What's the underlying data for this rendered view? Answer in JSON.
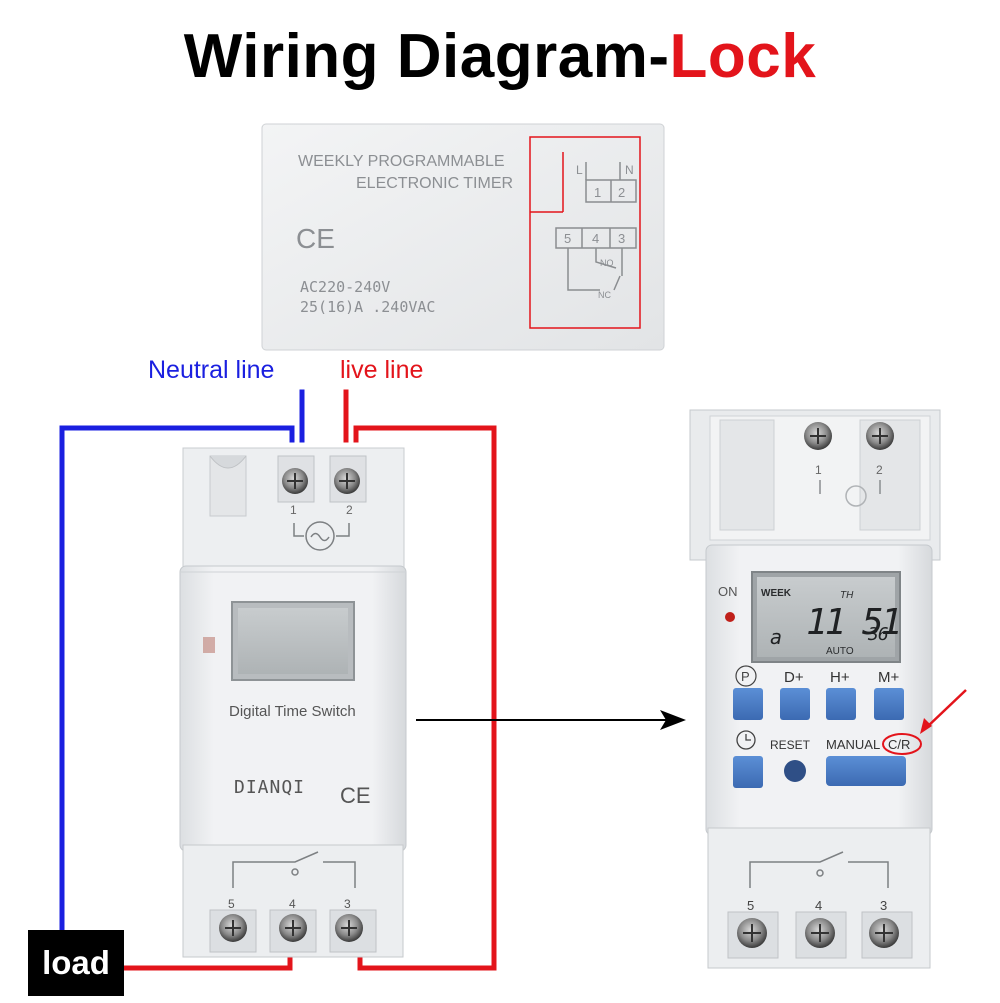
{
  "title": {
    "main": "Wiring Diagram-",
    "accent": "Lock"
  },
  "colors": {
    "neutral": "#1a1fe0",
    "live": "#e3141b",
    "accent": "#e3141b",
    "button_blue": "#4a7cc4",
    "device_body": "#eceef0"
  },
  "label_plate": {
    "line1": "WEEKLY PROGRAMMABLE",
    "line2": "ELECTRONIC TIMER",
    "ce": "CE",
    "rating1": "AC220-240V",
    "rating2": "25(16)A .240VAC",
    "L": "L",
    "N": "N",
    "t1": "1",
    "t2": "2",
    "t5": "5",
    "t4": "4",
    "t3": "3",
    "no": "NO",
    "nc": "NC"
  },
  "wires": {
    "neutral_label": "Neutral line",
    "live_label": "live line"
  },
  "left_device": {
    "t1": "1",
    "t2": "2",
    "caption": "Digital Time Switch",
    "brand": "DIANQI",
    "ce": "CE",
    "b5": "5",
    "b4": "4",
    "b3": "3"
  },
  "load": "load",
  "right_device": {
    "t1": "1",
    "t2": "2",
    "on": "ON",
    "lcd_week": "WEEK",
    "lcd_day": "TH",
    "lcd_time": "11 51",
    "lcd_sec": "36",
    "lcd_mode": "AUTO",
    "lcd_left": "a",
    "btn_p": "P",
    "btn_d": "D+",
    "btn_h": "H+",
    "btn_m": "M+",
    "reset": "RESET",
    "manual": "MANUAL",
    "cr": "C/R",
    "b5": "5",
    "b4": "4",
    "b3": "3"
  }
}
